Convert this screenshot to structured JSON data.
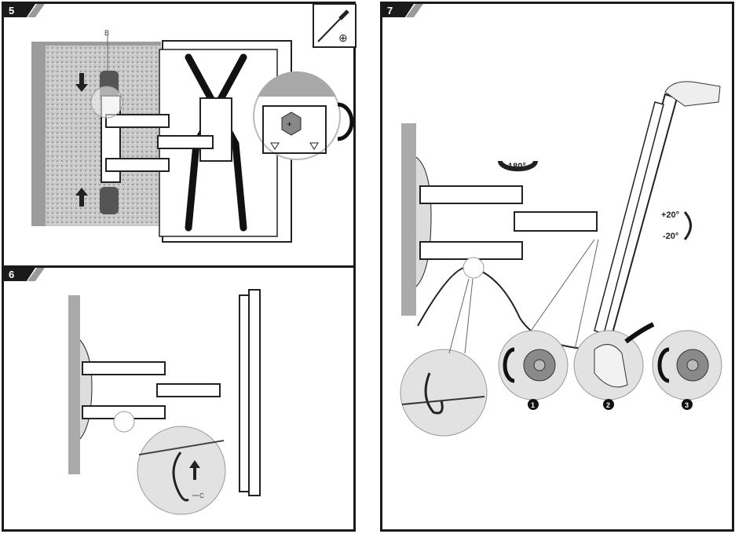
{
  "steps": [
    {
      "number": "5",
      "callout_label": "B",
      "tool_icon": "phillips-screwdriver-icon",
      "tool_symbol": "⊕"
    },
    {
      "number": "6",
      "callout_label": "C"
    },
    {
      "number": "7",
      "swivel_label": "180°",
      "tilt_up_label": "+20°",
      "tilt_down_label": "-20°",
      "substeps": [
        "1",
        "2",
        "3"
      ]
    }
  ],
  "colors": {
    "frame": "#1a1a1a",
    "wall": "#b0b0b0",
    "detail_circle": "#e2e2e2"
  }
}
